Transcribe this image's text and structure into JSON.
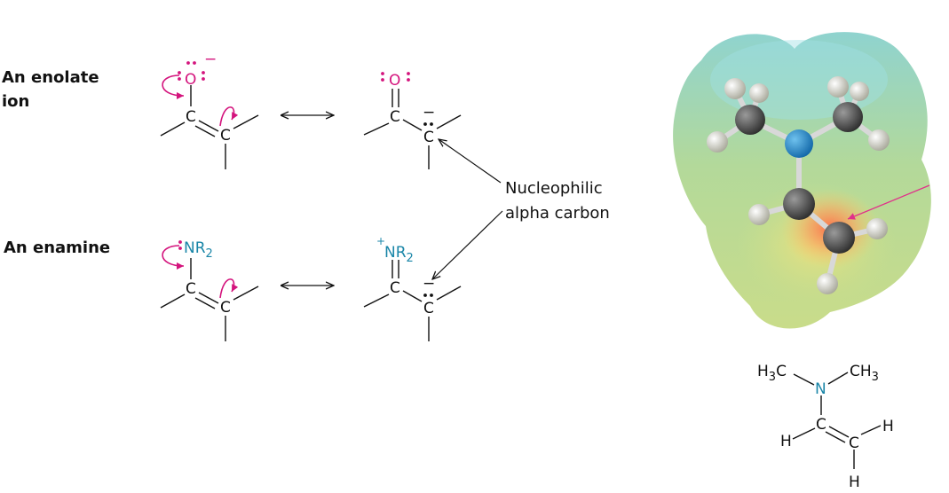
{
  "labels": {
    "enolate_line1": "An enolate",
    "enolate_line2": "ion",
    "enamine": "An enamine",
    "nucleophilic_line1": "Nucleophilic",
    "nucleophilic_line2": "alpha carbon"
  },
  "atoms": {
    "carbon": "C",
    "oxygen": "O",
    "nitrogen_group": "NR",
    "subscript_two": "2",
    "nitrogen": "N",
    "hydrogen": "H",
    "methyl_left": "H",
    "methyl_left_sub": "3",
    "methyl_left_c": "C",
    "methyl_right_c": "CH",
    "methyl_right_sub": "3",
    "plus": "+",
    "minus": "−"
  },
  "colors": {
    "electron_pair_magenta": "#d4147d",
    "nitrogen_teal": "#1a86a8",
    "arrow_magenta": "#e0308a",
    "bond_black": "#111111"
  }
}
